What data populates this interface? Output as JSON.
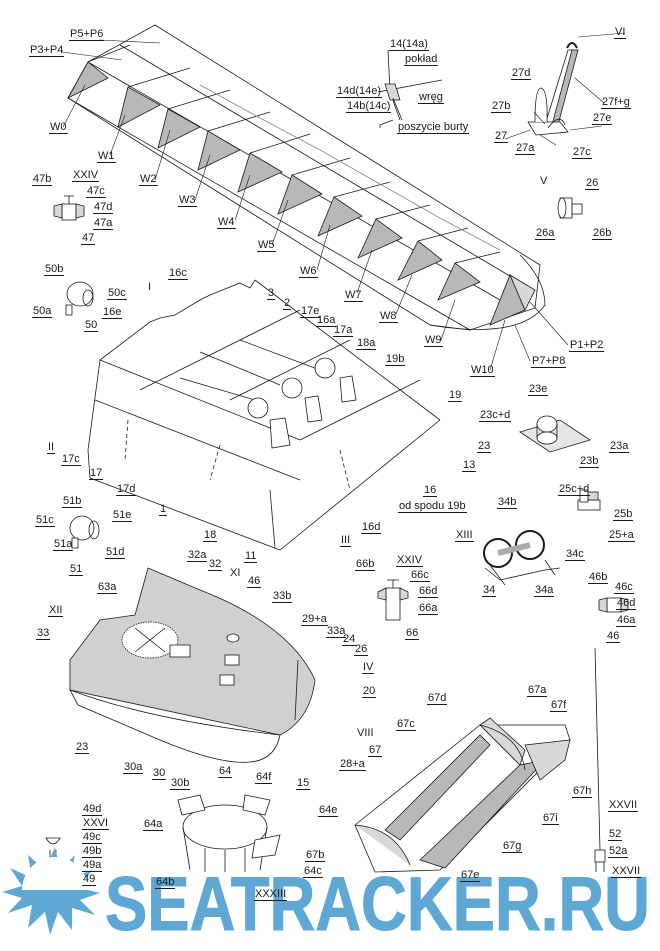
{
  "diagram": {
    "type": "ship-model-assembly-sheet",
    "watermark": {
      "text": "SEATRACKER.RU",
      "color": "#5fa8d3"
    },
    "colors": {
      "line": "#1a1a1a",
      "shade": "#b8b8b8",
      "light_shade": "#d8d8d8",
      "deck": "#d0d0d0"
    },
    "groups": {
      "hull_frame": {
        "labels": [
          "P5+P6",
          "P3+P4",
          "W0",
          "W1",
          "W2",
          "W3",
          "W4",
          "W5",
          "W6",
          "W7",
          "W8",
          "W9",
          "W10",
          "P7+P8",
          "P1+P2"
        ]
      },
      "deck_section_detail": {
        "labels": [
          "14(14a)",
          "pokład",
          "14d(14e)",
          "wręg",
          "14b(14c)",
          "poszycie burty"
        ]
      },
      "anchor": {
        "labels": [
          "VI",
          "27d",
          "27b",
          "27f+g",
          "27e",
          "27",
          "27a",
          "27c"
        ]
      },
      "part_26": {
        "labels": [
          "V",
          "26",
          "26a",
          "26b"
        ]
      },
      "part_47": {
        "labels": [
          "47b",
          "XXIV",
          "47c",
          "47d",
          "47a",
          "47"
        ]
      },
      "part_50": {
        "labels": [
          "50b",
          "50c",
          "50a",
          "50"
        ]
      },
      "superstructure": {
        "labels": [
          "16c",
          "I",
          "3",
          "2",
          "16e",
          "17e",
          "16a",
          "17a",
          "18a",
          "19b",
          "19",
          "II",
          "17c",
          "17",
          "17d",
          "1",
          "18",
          "11",
          "III",
          "16d",
          "16",
          "od spodu 19b",
          "13"
        ]
      },
      "part_23": {
        "labels": [
          "23e",
          "23c+d",
          "23",
          "23a",
          "23b"
        ]
      },
      "part_51": {
        "labels": [
          "51b",
          "51c",
          "51e",
          "51a",
          "51d",
          "51"
        ]
      },
      "part_25": {
        "labels": [
          "25c+d",
          "25b",
          "25+a"
        ]
      },
      "winch_34": {
        "labels": [
          "34b",
          "XIII",
          "34c",
          "34",
          "34a"
        ]
      },
      "part_66": {
        "labels": [
          "66b",
          "XXIV",
          "66c",
          "66d",
          "66a",
          "66"
        ]
      },
      "part_46_small": {
        "labels": [
          "46b",
          "46c",
          "46d",
          "46a",
          "46"
        ]
      },
      "deck_assembly": {
        "labels": [
          "32a",
          "32",
          "XI",
          "46",
          "63a",
          "XII",
          "33",
          "33b",
          "29+a",
          "33a",
          "24",
          "26",
          "IV",
          "20",
          "VIII",
          "23",
          "28+a",
          "30a",
          "30",
          "30b",
          "15"
        ]
      },
      "hatch_67": {
        "labels": [
          "67d",
          "67a",
          "67f",
          "67c",
          "67",
          "67h",
          "67i",
          "67g",
          "67b",
          "67e"
        ]
      },
      "part_64": {
        "labels": [
          "64",
          "64f",
          "64e",
          "64a",
          "64c",
          "64b",
          "XXXIII"
        ]
      },
      "part_49": {
        "labels": [
          "49d",
          "XXVI",
          "49c",
          "49b",
          "49a",
          "49"
        ]
      },
      "mast_52": {
        "labels": [
          "XXVII",
          "52",
          "52a",
          "XXVII"
        ]
      }
    }
  }
}
